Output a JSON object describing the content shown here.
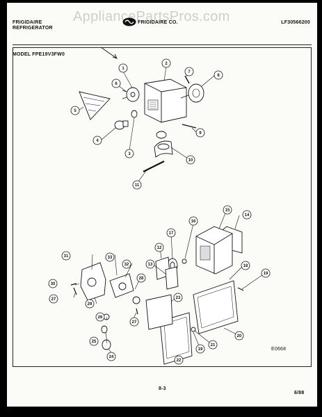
{
  "watermark": "AppliancePartsPros.com",
  "header": {
    "brand": "FRIGIDAIRE",
    "product": "REFRIGERATOR",
    "center_text": "FRIGIDAIRE CO.",
    "doc_number": "LF30566200"
  },
  "model_label": "MODEL FPE19V3FW0",
  "diagram_code": "E0668",
  "page_number": "8-3",
  "date": "6/88",
  "callouts": [
    "1",
    "2",
    "3",
    "4",
    "5",
    "6",
    "7",
    "8",
    "9",
    "10",
    "11",
    "12",
    "13",
    "14",
    "15",
    "16",
    "17",
    "18",
    "19",
    "20",
    "21",
    "22",
    "23",
    "24",
    "25",
    "26",
    "27",
    "28",
    "29",
    "30",
    "31",
    "32",
    "33"
  ]
}
